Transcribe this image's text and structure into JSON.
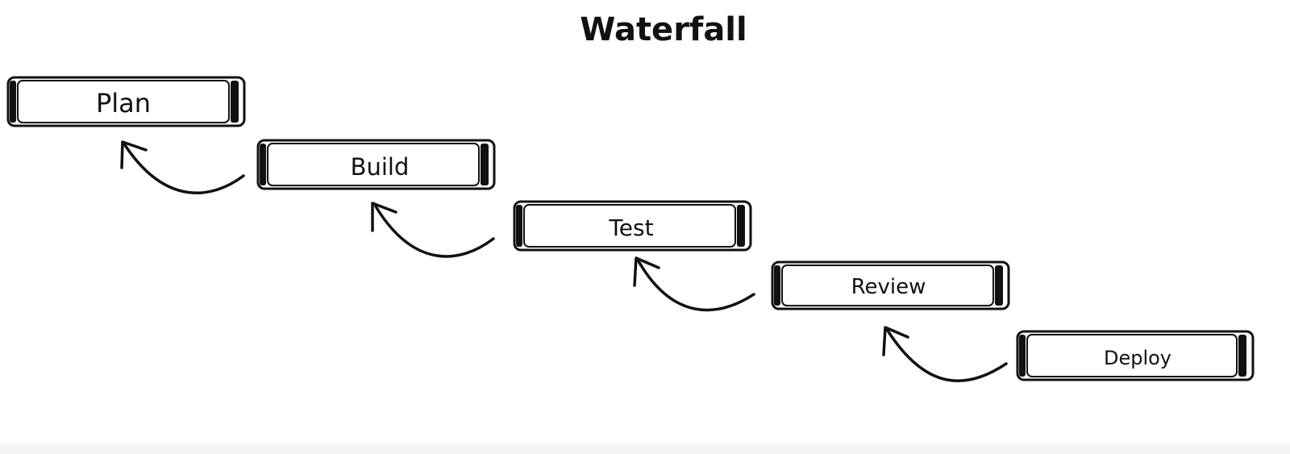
{
  "diagram": {
    "title": "Waterfall",
    "stages": [
      {
        "id": "plan",
        "label": "Plan"
      },
      {
        "id": "build",
        "label": "Build"
      },
      {
        "id": "test",
        "label": "Test"
      },
      {
        "id": "review",
        "label": "Review"
      },
      {
        "id": "deploy",
        "label": "Deploy"
      }
    ],
    "connections": [
      {
        "from": "build",
        "to": "plan"
      },
      {
        "from": "test",
        "to": "build"
      },
      {
        "from": "review",
        "to": "test"
      },
      {
        "from": "deploy",
        "to": "review"
      }
    ],
    "colors": {
      "ink": "#111111",
      "background": "#ffffff"
    }
  }
}
